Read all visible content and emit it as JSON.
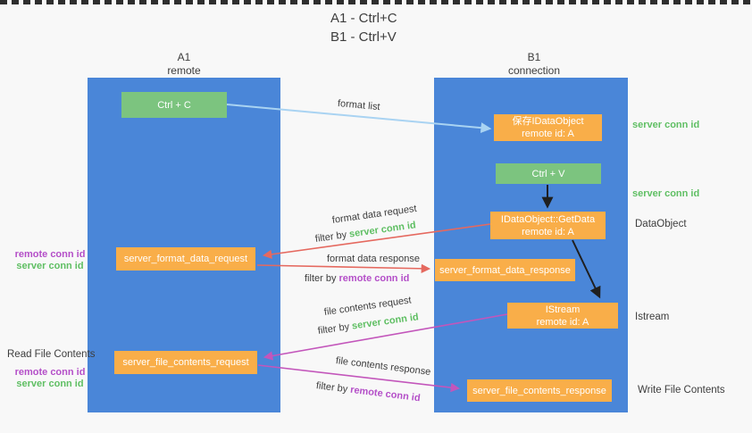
{
  "title": {
    "line1": "A1 - Ctrl+C",
    "line2": "B1 - Ctrl+V"
  },
  "columns": {
    "a": {
      "id": "A1",
      "subtitle": "remote"
    },
    "b": {
      "id": "B1",
      "subtitle": "connection"
    }
  },
  "nodes": {
    "ctrl_c": "Ctrl + C",
    "ctrl_v": "Ctrl + V",
    "save_idataobject": {
      "line1": "保存IDataObject",
      "line2": "remote id: A"
    },
    "getdata": {
      "line1": "IDataObject::GetData",
      "line2": "remote id: A"
    },
    "istream": {
      "line1": "IStream",
      "line2": "remote id: A"
    },
    "server_format_data_request": "server_format_data_request",
    "server_format_data_response": "server_format_data_response",
    "server_file_contents_request": "server_file_contents_request",
    "server_file_contents_response": "server_file_contents_response"
  },
  "labels": {
    "format_list": "format list",
    "format_data_request": "format data request",
    "format_data_response": "format data response",
    "file_contents_request": "file contents request",
    "file_contents_response": "file contents response",
    "filter_by": "filter by ",
    "server_conn_id": "server conn id",
    "remote_conn_id": "remote conn id",
    "dataobject": "DataObject",
    "istream_side": "Istream",
    "read_file_contents": "Read File Contents",
    "write_file_contents": "Write File Contents"
  },
  "colors": {
    "column_blue": "#4a86d8",
    "node_green": "#7cc47f",
    "node_orange": "#f9ae49",
    "conn_green": "#5fbf63",
    "conn_purple": "#b44fc8",
    "arrow_red": "#e5695f",
    "arrow_magenta": "#c356bb",
    "arrow_blue": "#a9d3f2",
    "arrow_black": "#1f1f1f"
  }
}
